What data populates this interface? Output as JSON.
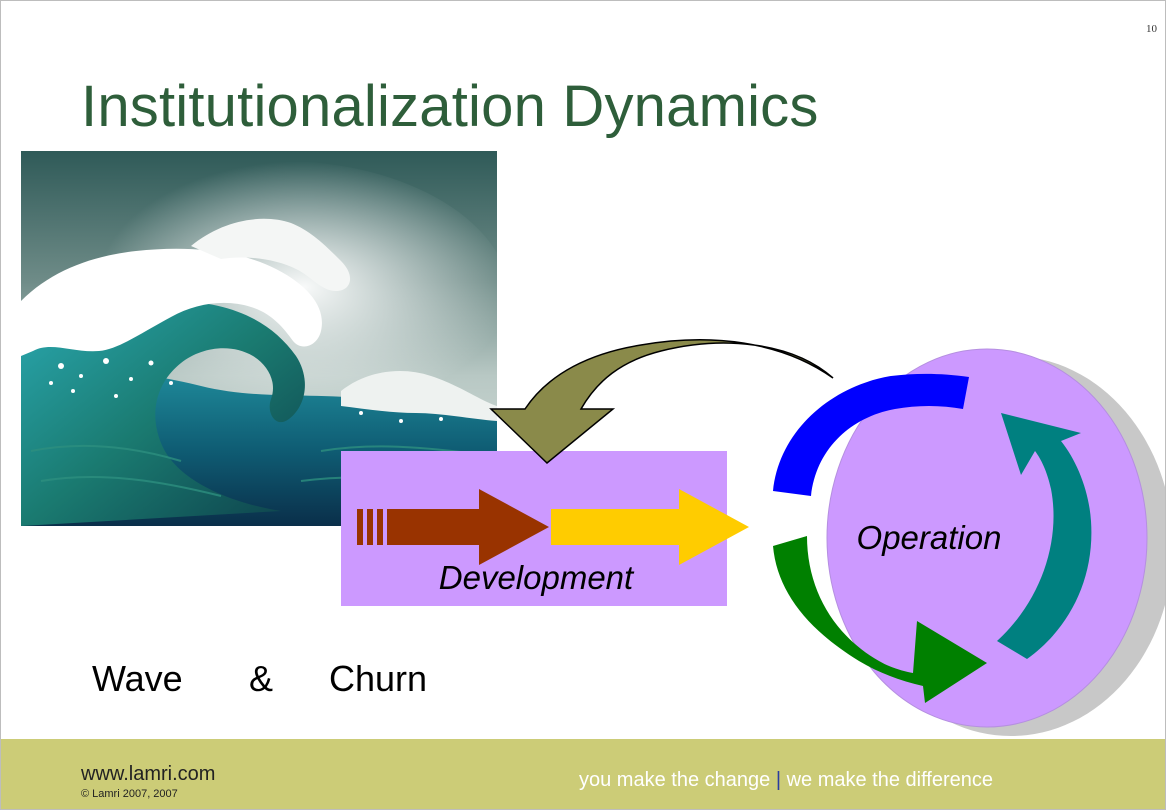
{
  "slide": {
    "number": "10",
    "title": "Institutionalization Dynamics"
  },
  "diagram": {
    "development_label": "Development",
    "operation_label": "Operation"
  },
  "caption": {
    "word1": "Wave",
    "word2": "&",
    "word3": "Churn"
  },
  "footer": {
    "url": "www.lamri.com",
    "copyright": "© Lamri 2007, 2007",
    "slogan_left": "you make the change",
    "slogan_sep": "|",
    "slogan_right": "we make the difference"
  },
  "colors": {
    "title": "#2e5e3a",
    "panel": "#cc99ff",
    "footer_bg": "#cccc77",
    "arrow_brown": "#993300",
    "arrow_yellow": "#ffcc00",
    "arc_blue": "#0000ff",
    "arc_teal": "#008080",
    "arc_green": "#008000",
    "feedback_arrow": "#8a8a4a"
  },
  "icons": [
    "wave-clipart",
    "curved-feedback-arrow",
    "progress-arrow",
    "cycle-arrows"
  ]
}
